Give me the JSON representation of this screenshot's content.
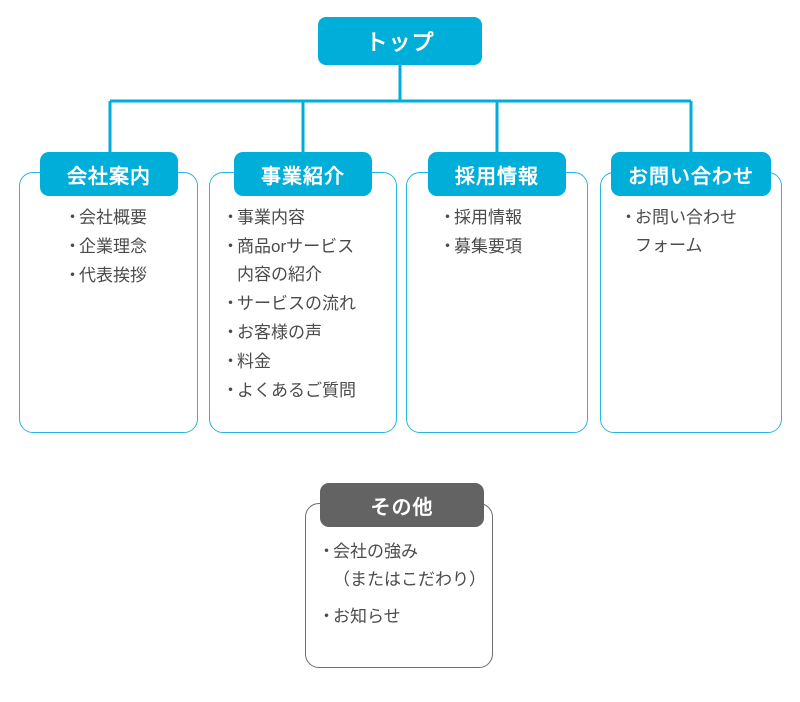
{
  "diagram": {
    "type": "sitemap-tree",
    "colors": {
      "accent_blue": "#00aeda",
      "card_border_blue": "#29b6e0",
      "accent_gray": "#636363",
      "card_border_gray": "#6e6e6e",
      "text_gray": "#4b4b4b",
      "background": "#ffffff"
    },
    "root": {
      "label": "トップ"
    },
    "children": [
      {
        "id": "company",
        "header": "会社案内",
        "items": [
          {
            "lines": [
              "会社概要"
            ]
          },
          {
            "lines": [
              "企業理念"
            ]
          },
          {
            "lines": [
              "代表挨拶"
            ]
          }
        ]
      },
      {
        "id": "business",
        "header": "事業紹介",
        "items": [
          {
            "lines": [
              "事業内容"
            ]
          },
          {
            "lines": [
              "商品orサービス",
              "内容の紹介"
            ]
          },
          {
            "lines": [
              "サービスの流れ"
            ]
          },
          {
            "lines": [
              "お客様の声"
            ]
          },
          {
            "lines": [
              "料金"
            ]
          },
          {
            "lines": [
              "よくあるご質問"
            ]
          }
        ]
      },
      {
        "id": "recruit",
        "header": "採用情報",
        "items": [
          {
            "lines": [
              "採用情報"
            ]
          },
          {
            "lines": [
              "募集要項"
            ]
          }
        ]
      },
      {
        "id": "contact",
        "header": "お問い合わせ",
        "items": [
          {
            "lines": [
              "お問い合わせ",
              "フォーム"
            ]
          }
        ]
      }
    ],
    "standalone": {
      "id": "other",
      "header": "その他",
      "items": [
        {
          "lines": [
            "会社の強み",
            "（またはこだわり）"
          ]
        },
        {
          "lines": [
            "お知らせ"
          ]
        }
      ]
    },
    "bullet_glyph": "・"
  }
}
